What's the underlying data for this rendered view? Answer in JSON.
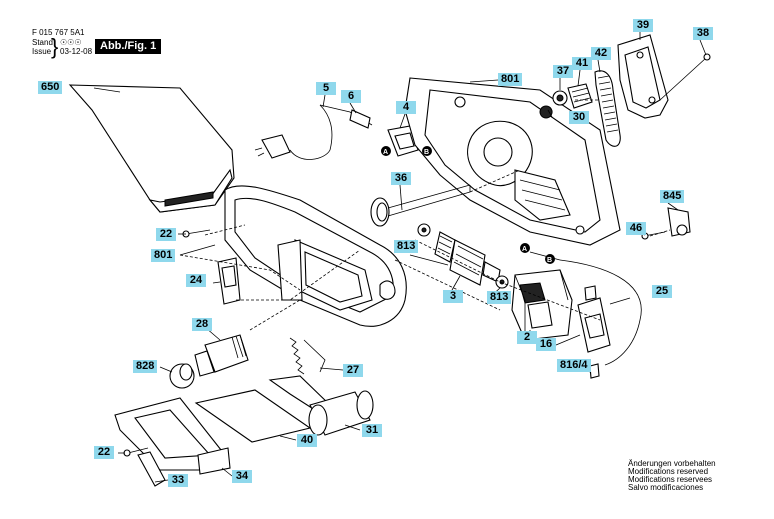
{
  "header": {
    "doc_number": "F 015 767 5A1",
    "stand_label": "Stand",
    "issue_label": "Issue",
    "stand_value": "☉☉☉",
    "issue_date": "03-12-08",
    "fig_tag": "Abb./Fig. 1"
  },
  "markers": {
    "a": "A",
    "b": "B"
  },
  "parts": [
    "650",
    "5",
    "6",
    "4",
    "801",
    "37",
    "41",
    "42",
    "39",
    "38",
    "30",
    "36",
    "22",
    "801",
    "845",
    "46",
    "813",
    "24",
    "3",
    "813",
    "25",
    "28",
    "2",
    "16",
    "828",
    "27",
    "816/4",
    "31",
    "40",
    "22",
    "33",
    "34"
  ],
  "notes": [
    "Änderungen vorbehalten",
    "Modifications reserved",
    "Modifications reservees",
    "Salvo modificaciones"
  ]
}
